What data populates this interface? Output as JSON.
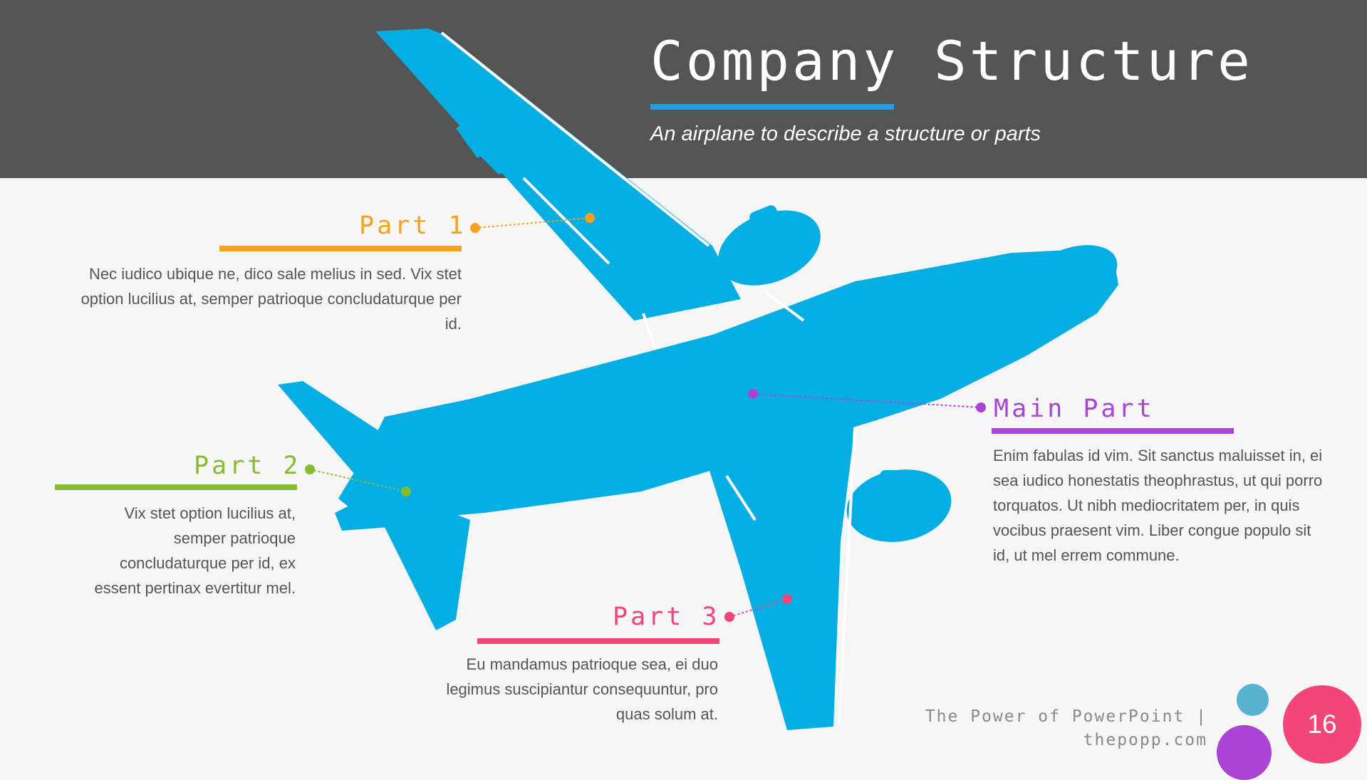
{
  "slide": {
    "title": "Company Structure",
    "subtitle": "An airplane to describe a structure or parts"
  },
  "parts": {
    "part1": {
      "label": "Part 1",
      "color": "#f7a21d",
      "text": "Nec iudico ubique ne, dico sale melius in sed. Vix stet option lucilius at, semper patrioque concludaturque per id."
    },
    "part2": {
      "label": "Part 2",
      "color": "#86bc34",
      "text": "Vix stet option lucilius at, semper patrioque concludaturque per id, ex essent pertinax evertitur mel."
    },
    "part3": {
      "label": "Part 3",
      "color": "#f2467a",
      "text": "Eu mandamus patrioque sea, ei duo legimus suscipiantur consequuntur, pro quas solum at."
    },
    "main": {
      "label": "Main Part",
      "color": "#a944d4",
      "text": "Enim fabulas id vim. Sit sanctus maluisset in, ei sea iudico honestatis theophrastus, ut qui porro torquatos. Ut nibh mediocritatem per, in quis vocibus praesent vim. Liber congue populo sit id, ut mel errem commune."
    }
  },
  "colors": {
    "header": "#545454",
    "background": "#f6f6f6",
    "plane": "#05aee2",
    "accent_blue": "#1aa3e0",
    "circle_teal": "#59b2d0",
    "circle_purple": "#a944d4",
    "page_circle": "#f2467a"
  },
  "footer": {
    "line1": "The Power of PowerPoint |",
    "line2": "thepopp.com",
    "page_number": "16"
  },
  "icons": [
    "airplane-icon"
  ]
}
